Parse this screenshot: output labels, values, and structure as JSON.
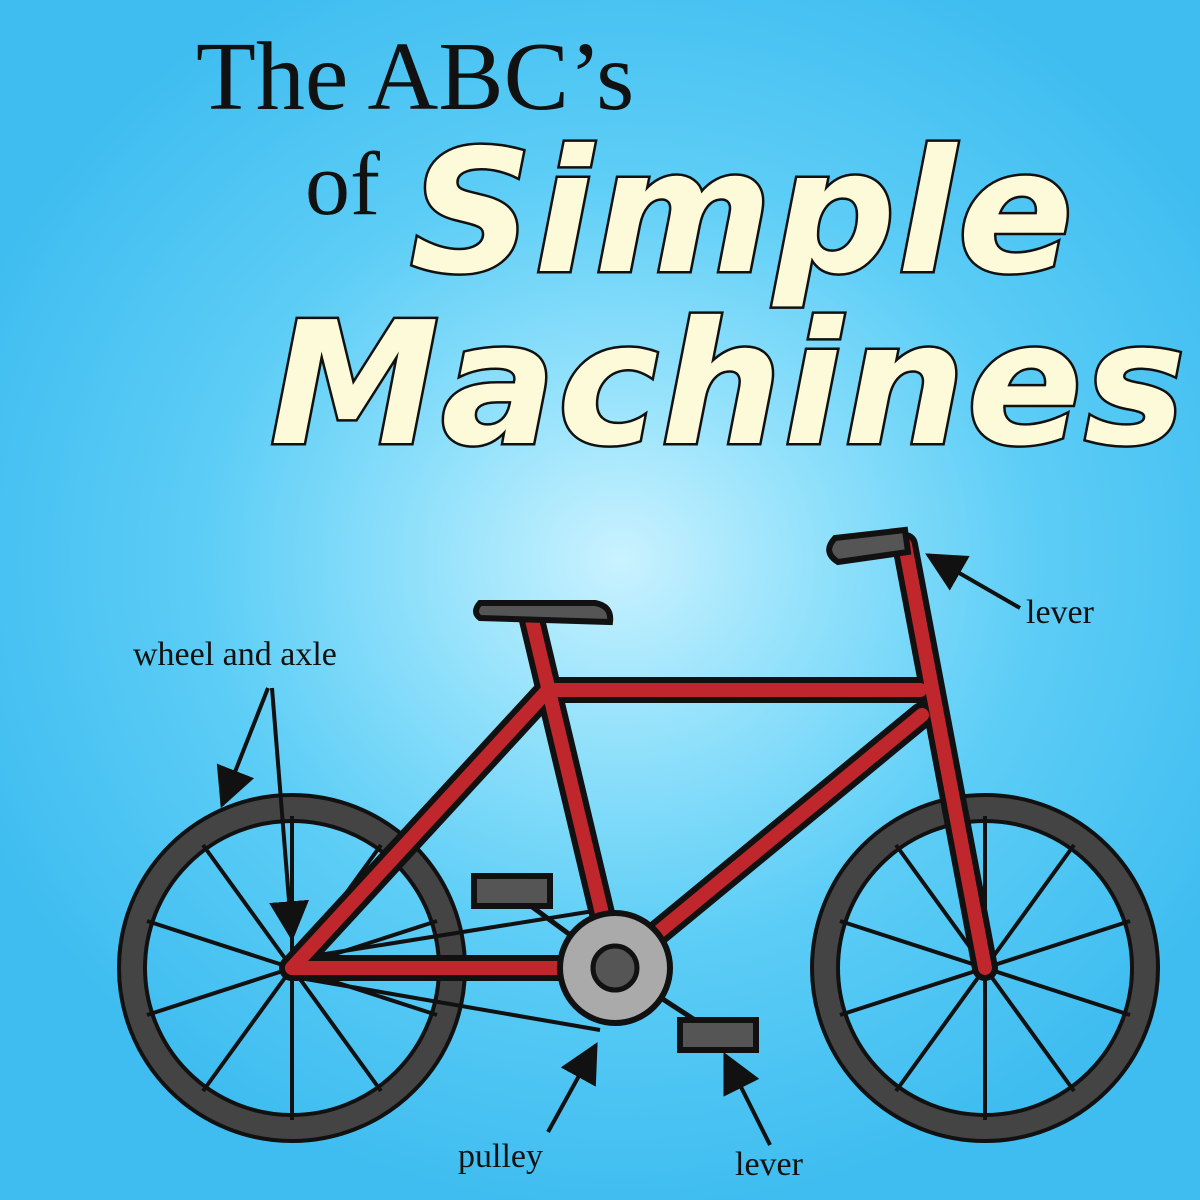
{
  "title": {
    "line1": "The ABC’s",
    "line2": "of",
    "word1": "Simple",
    "word2": "Machines"
  },
  "labels": {
    "wheel_and_axle": "wheel and axle",
    "lever_handlebar": "lever",
    "pulley": "pulley",
    "lever_pedal": "lever"
  },
  "colors": {
    "background": "#5ccdf6",
    "frame": "#c0272d",
    "title_fill": "#fcfad8",
    "outline": "#111111",
    "tire": "#444444",
    "seat": "#555555"
  },
  "icons": {
    "bicycle": "bicycle-illustration"
  }
}
